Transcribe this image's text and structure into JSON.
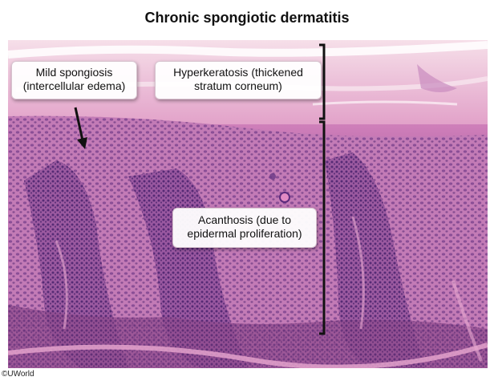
{
  "title": "Chronic spongiotic dermatitis",
  "image_alt": "H&E stained skin section showing chronic spongiotic dermatitis",
  "annotations": {
    "spongiosis": {
      "line1": "Mild spongiosis",
      "line2": "(intercellular edema)"
    },
    "hyperkeratosis": {
      "line1": "Hyperkeratosis (thickened",
      "line2": "stratum corneum)"
    },
    "acanthosis": {
      "line1": "Acanthosis (due to",
      "line2": "epidermal proliferation)"
    }
  },
  "credit": "©UWorld",
  "colors": {
    "stratum_corneum": "#f0c9de",
    "epidermis": "#c07ab4",
    "dermis": "#8e4a8c",
    "nuclei": "#4b2170",
    "collagen": "#e7a6cf",
    "bracket": "#111111"
  }
}
